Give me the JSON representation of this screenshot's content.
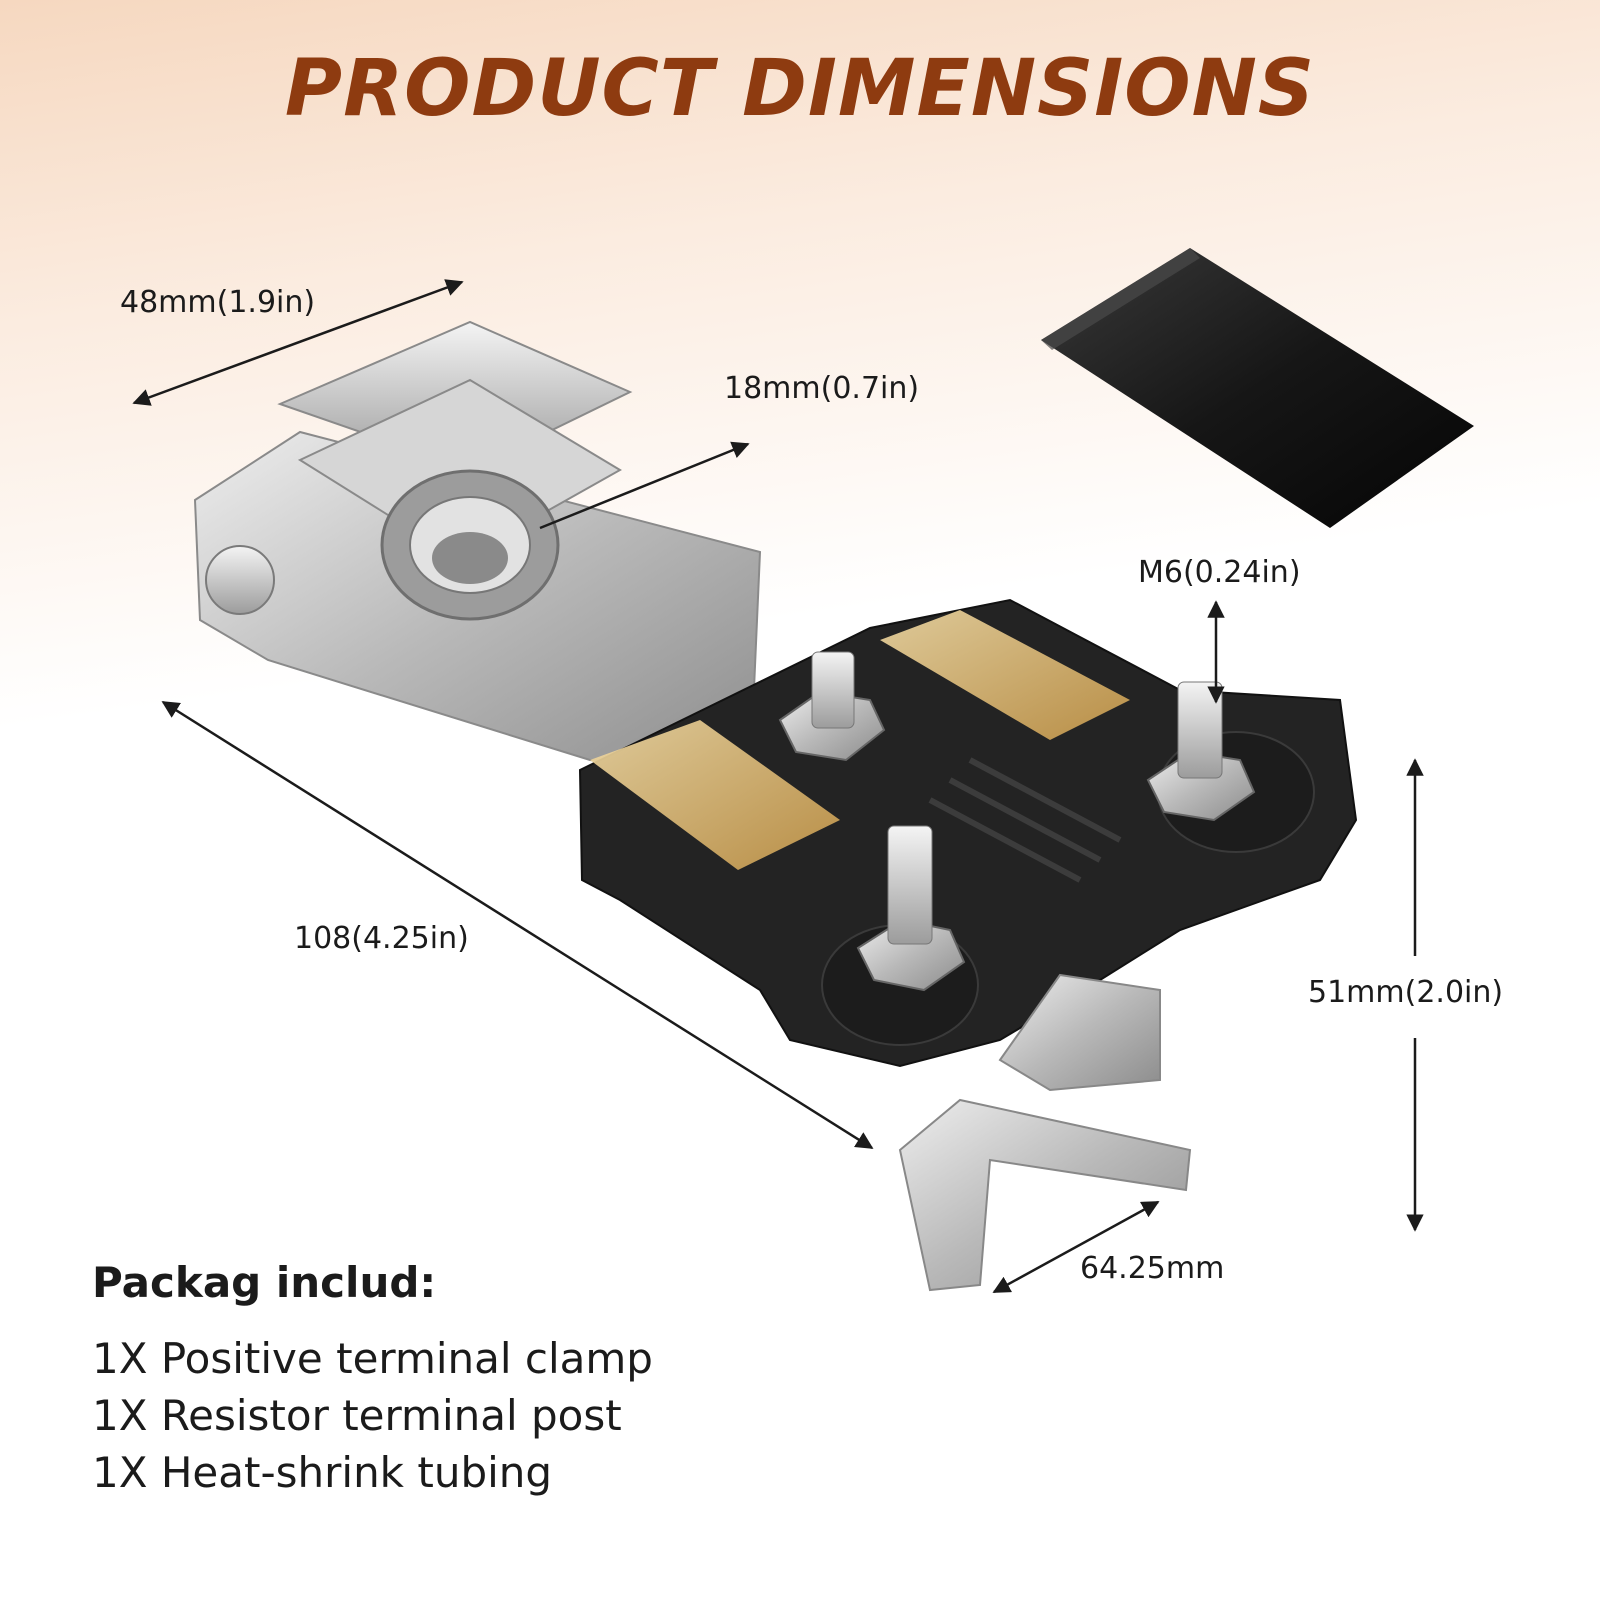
{
  "title": "PRODUCT DIMENSIONS",
  "dimensions": {
    "width_48": "48mm(1.9in)",
    "hole_18": "18mm(0.7in)",
    "bolt_m6": "M6(0.24in)",
    "length_108": "108(4.25in)",
    "height_51": "51mm(2.0in)",
    "width_64": "64.25mm"
  },
  "package": {
    "heading": "Packag includ:",
    "items": [
      "1X Positive terminal clamp",
      "1X Resistor terminal post",
      "1X Heat-shrink tubing"
    ]
  },
  "colors": {
    "title": "#8e3b10",
    "text": "#1b1b1b",
    "metal": "#c9c9c9",
    "plastic": "#222222",
    "fuse": "#e8c27a"
  }
}
